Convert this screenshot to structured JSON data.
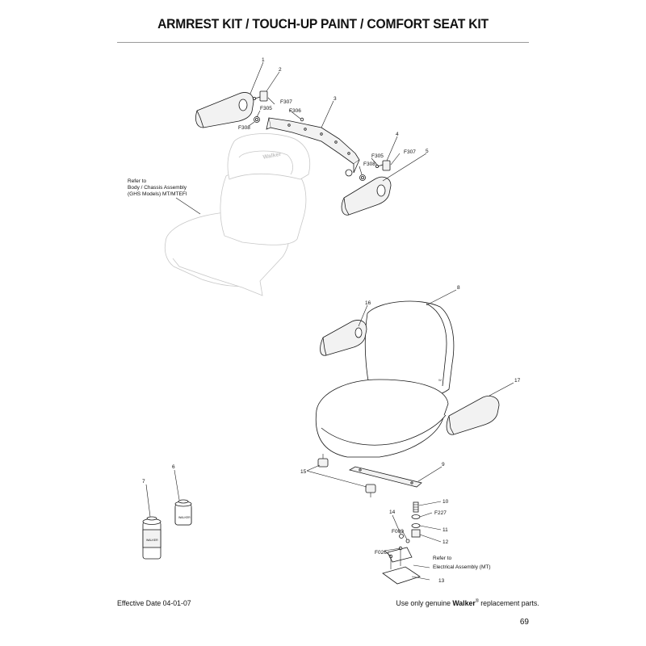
{
  "page": {
    "title": "ARMREST KIT / TOUCH-UP PAINT / COMFORT SEAT KIT",
    "effective_date": "Effective Date 04-01-07",
    "footer_prefix": "Use only genuine",
    "footer_brand": "Walker",
    "footer_mark": "®",
    "footer_suffix": "replacement parts.",
    "page_number": "69"
  },
  "diagram": {
    "callouts": {
      "c1": "1",
      "c2": "2",
      "c3": "3",
      "c4": "4",
      "c5": "5",
      "c6": "6",
      "c7": "7",
      "c8": "8",
      "c9": "9",
      "c10": "10",
      "c11": "11",
      "c12": "12",
      "c13": "13",
      "c14": "14",
      "c15": "15",
      "c16": "16",
      "c17": "17"
    },
    "fasteners": {
      "f307a": "F307",
      "f305a": "F305",
      "f306": "F306",
      "f308a": "F308",
      "f305b": "F305",
      "f308b": "F308",
      "f307b": "F307",
      "f227": "F227",
      "f009": "F009",
      "f026": "F026"
    },
    "notes": {
      "refer_body_1": "Refer to",
      "refer_body_2": "Body / Chassis Assembly",
      "refer_body_3": "(GHS Models) MT/MTEFI",
      "refer_elec_1": "Refer to",
      "refer_elec_2": "Electrical Assembly (MT)"
    },
    "logo_text": "Walker"
  }
}
